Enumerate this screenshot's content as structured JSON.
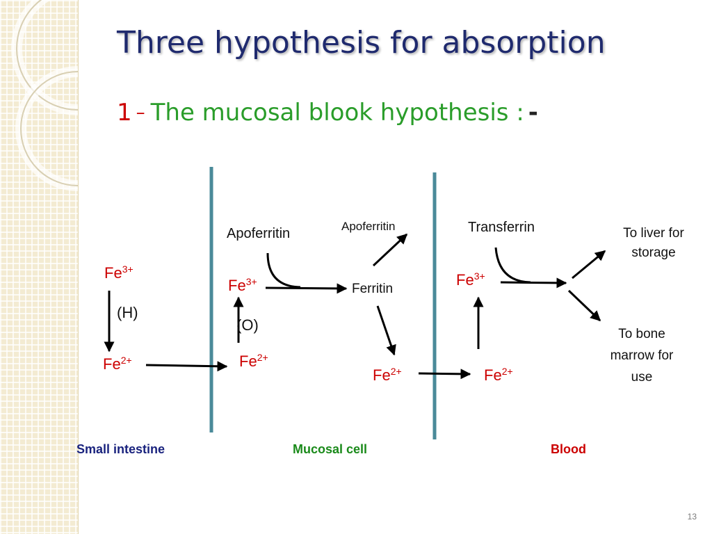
{
  "slide": {
    "title": "Three hypothesis for absorption",
    "subtitle": {
      "number": "1",
      "dash": "–",
      "text": "The mucosal blook hypothesis :",
      "suffix": "-"
    },
    "page_number": "13"
  },
  "diagram": {
    "labels": {
      "apoferritin_left": "Apoferritin",
      "apoferritin_top": "Apoferritin",
      "transferrin": "Transferrin",
      "ferritin": "Ferritin",
      "to_liver": "To liver for storage",
      "to_bone": "To bone marrow for use",
      "reduction": "(H)",
      "oxidation": "(O)"
    },
    "iron": {
      "fe3_base": "Fe",
      "fe3_charge": "3+",
      "fe2_base": "Fe",
      "fe2_charge": "2+"
    },
    "regions": {
      "small_intestine": "Small intestine",
      "mucosal_cell": "Mucosal cell",
      "blood": "Blood"
    }
  },
  "colors": {
    "title": "#1f2a6e",
    "number_red": "#cc0000",
    "subtitle_green": "#2a9d2a",
    "membrane": "#4a8a99",
    "small_intestine": "#1a237e",
    "mucosal_cell": "#1a8a1a",
    "blood": "#cc0000"
  }
}
